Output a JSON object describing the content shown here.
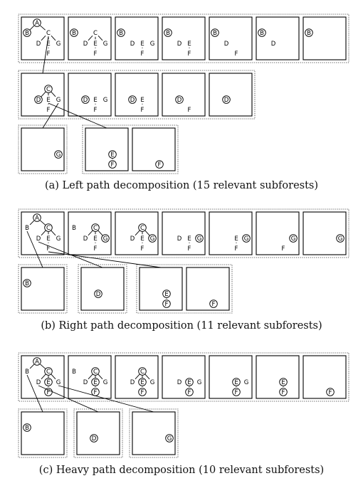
{
  "labels": {
    "A": "A",
    "B": "B",
    "C": "C",
    "D": "D",
    "E": "E",
    "F": "F",
    "G": "G"
  },
  "captions": {
    "a": "(a) Left path decomposition (15 relevant subforests)",
    "b": "(b) Right path decomposition (11 relevant subforests)",
    "c": "(c) Heavy path decomposition (10 relevant subforests)"
  },
  "decompositions": [
    {
      "id": "a",
      "caption_key": "a",
      "rows": [
        {
          "cells": [
            {
              "nodes": [
                "A",
                "B",
                "C",
                "D",
                "E",
                "F",
                "G"
              ],
              "circled": [
                "A",
                "B"
              ]
            },
            {
              "nodes": [
                "B",
                "C",
                "D",
                "E",
                "F",
                "G"
              ],
              "circled": [
                "B"
              ]
            },
            {
              "nodes": [
                "B",
                "D",
                "E",
                "F",
                "G"
              ],
              "circled": [
                "B"
              ]
            },
            {
              "nodes": [
                "B",
                "D",
                "E",
                "F"
              ],
              "circled": [
                "B"
              ]
            },
            {
              "nodes": [
                "B",
                "D",
                "F"
              ],
              "circled": [
                "B"
              ]
            },
            {
              "nodes": [
                "B",
                "D"
              ],
              "circled": [
                "B"
              ]
            },
            {
              "nodes": [
                "B"
              ],
              "circled": [
                "B"
              ]
            }
          ]
        },
        {
          "from": {
            "row": 0,
            "cell": 0,
            "node": "C"
          },
          "cells": [
            {
              "nodes": [
                "C",
                "D",
                "E",
                "F",
                "G"
              ],
              "circled": [
                "C",
                "D"
              ]
            },
            {
              "nodes": [
                "D",
                "E",
                "F",
                "G"
              ],
              "circled": [
                "D"
              ]
            },
            {
              "nodes": [
                "D",
                "E",
                "F"
              ],
              "circled": [
                "D"
              ]
            },
            {
              "nodes": [
                "D",
                "F"
              ],
              "circled": [
                "D"
              ]
            },
            {
              "nodes": [
                "D"
              ],
              "circled": [
                "D"
              ]
            }
          ]
        },
        {
          "from": {
            "row": 1,
            "cell": 0,
            "node": "G"
          },
          "cells": [
            {
              "nodes": [
                "G"
              ],
              "circled": [
                "G"
              ]
            }
          ]
        },
        {
          "from": {
            "row": 1,
            "cell": 0,
            "node": "E"
          },
          "cells": [
            {
              "nodes": [
                "E",
                "F"
              ],
              "circled": [
                "E",
                "F"
              ]
            },
            {
              "nodes": [
                "F"
              ],
              "circled": [
                "F"
              ]
            }
          ]
        }
      ]
    },
    {
      "id": "b",
      "caption_key": "b",
      "rows": [
        {
          "cells": [
            {
              "nodes": [
                "A",
                "B",
                "C",
                "D",
                "E",
                "F",
                "G"
              ],
              "circled": [
                "A",
                "C"
              ]
            },
            {
              "nodes": [
                "B",
                "C",
                "D",
                "E",
                "F",
                "G"
              ],
              "circled": [
                "C",
                "G"
              ]
            },
            {
              "nodes": [
                "C",
                "D",
                "E",
                "F",
                "G"
              ],
              "circled": [
                "C",
                "G"
              ]
            },
            {
              "nodes": [
                "D",
                "E",
                "F",
                "G"
              ],
              "circled": [
                "G"
              ]
            },
            {
              "nodes": [
                "E",
                "F",
                "G"
              ],
              "circled": [
                "G"
              ]
            },
            {
              "nodes": [
                "F",
                "G"
              ],
              "circled": [
                "G"
              ]
            },
            {
              "nodes": [
                "G"
              ],
              "circled": [
                "G"
              ]
            }
          ]
        },
        {
          "from": {
            "row": 0,
            "cell": 0,
            "node": "B"
          },
          "cells": [
            {
              "nodes": [
                "B"
              ],
              "circled": [
                "B"
              ]
            }
          ]
        },
        {
          "from": {
            "row": 0,
            "cell": 0,
            "node": "D"
          },
          "cells": [
            {
              "nodes": [
                "D"
              ],
              "circled": [
                "D"
              ]
            }
          ]
        },
        {
          "from": {
            "row": 0,
            "cell": 0,
            "node": "F"
          },
          "cells": [
            {
              "nodes": [
                "E",
                "F"
              ],
              "circled": [
                "E",
                "F"
              ]
            },
            {
              "nodes": [
                "F"
              ],
              "circled": [
                "F"
              ]
            }
          ]
        }
      ]
    },
    {
      "id": "c",
      "caption_key": "c",
      "rows": [
        {
          "cells": [
            {
              "nodes": [
                "A",
                "B",
                "C",
                "D",
                "E",
                "F",
                "G"
              ],
              "circled": [
                "A",
                "C",
                "E",
                "F"
              ]
            },
            {
              "nodes": [
                "B",
                "C",
                "D",
                "E",
                "F",
                "G"
              ],
              "circled": [
                "C",
                "E",
                "F"
              ]
            },
            {
              "nodes": [
                "C",
                "D",
                "E",
                "F",
                "G"
              ],
              "circled": [
                "C",
                "E",
                "F"
              ]
            },
            {
              "nodes": [
                "D",
                "E",
                "F",
                "G"
              ],
              "circled": [
                "E",
                "F"
              ]
            },
            {
              "nodes": [
                "E",
                "F",
                "G"
              ],
              "circled": [
                "E",
                "F"
              ]
            },
            {
              "nodes": [
                "E",
                "F"
              ],
              "circled": [
                "E",
                "F"
              ]
            },
            {
              "nodes": [
                "F"
              ],
              "circled": [
                "F"
              ]
            }
          ]
        },
        {
          "from": {
            "row": 0,
            "cell": 0,
            "node": "B"
          },
          "cells": [
            {
              "nodes": [
                "B"
              ],
              "circled": [
                "B"
              ]
            }
          ]
        },
        {
          "from": {
            "row": 0,
            "cell": 0,
            "node": "D"
          },
          "cells": [
            {
              "nodes": [
                "D"
              ],
              "circled": [
                "D"
              ]
            }
          ]
        },
        {
          "from": {
            "row": 0,
            "cell": 0,
            "node": "G"
          },
          "cells": [
            {
              "nodes": [
                "G"
              ],
              "circled": [
                "G"
              ]
            }
          ]
        }
      ]
    }
  ]
}
